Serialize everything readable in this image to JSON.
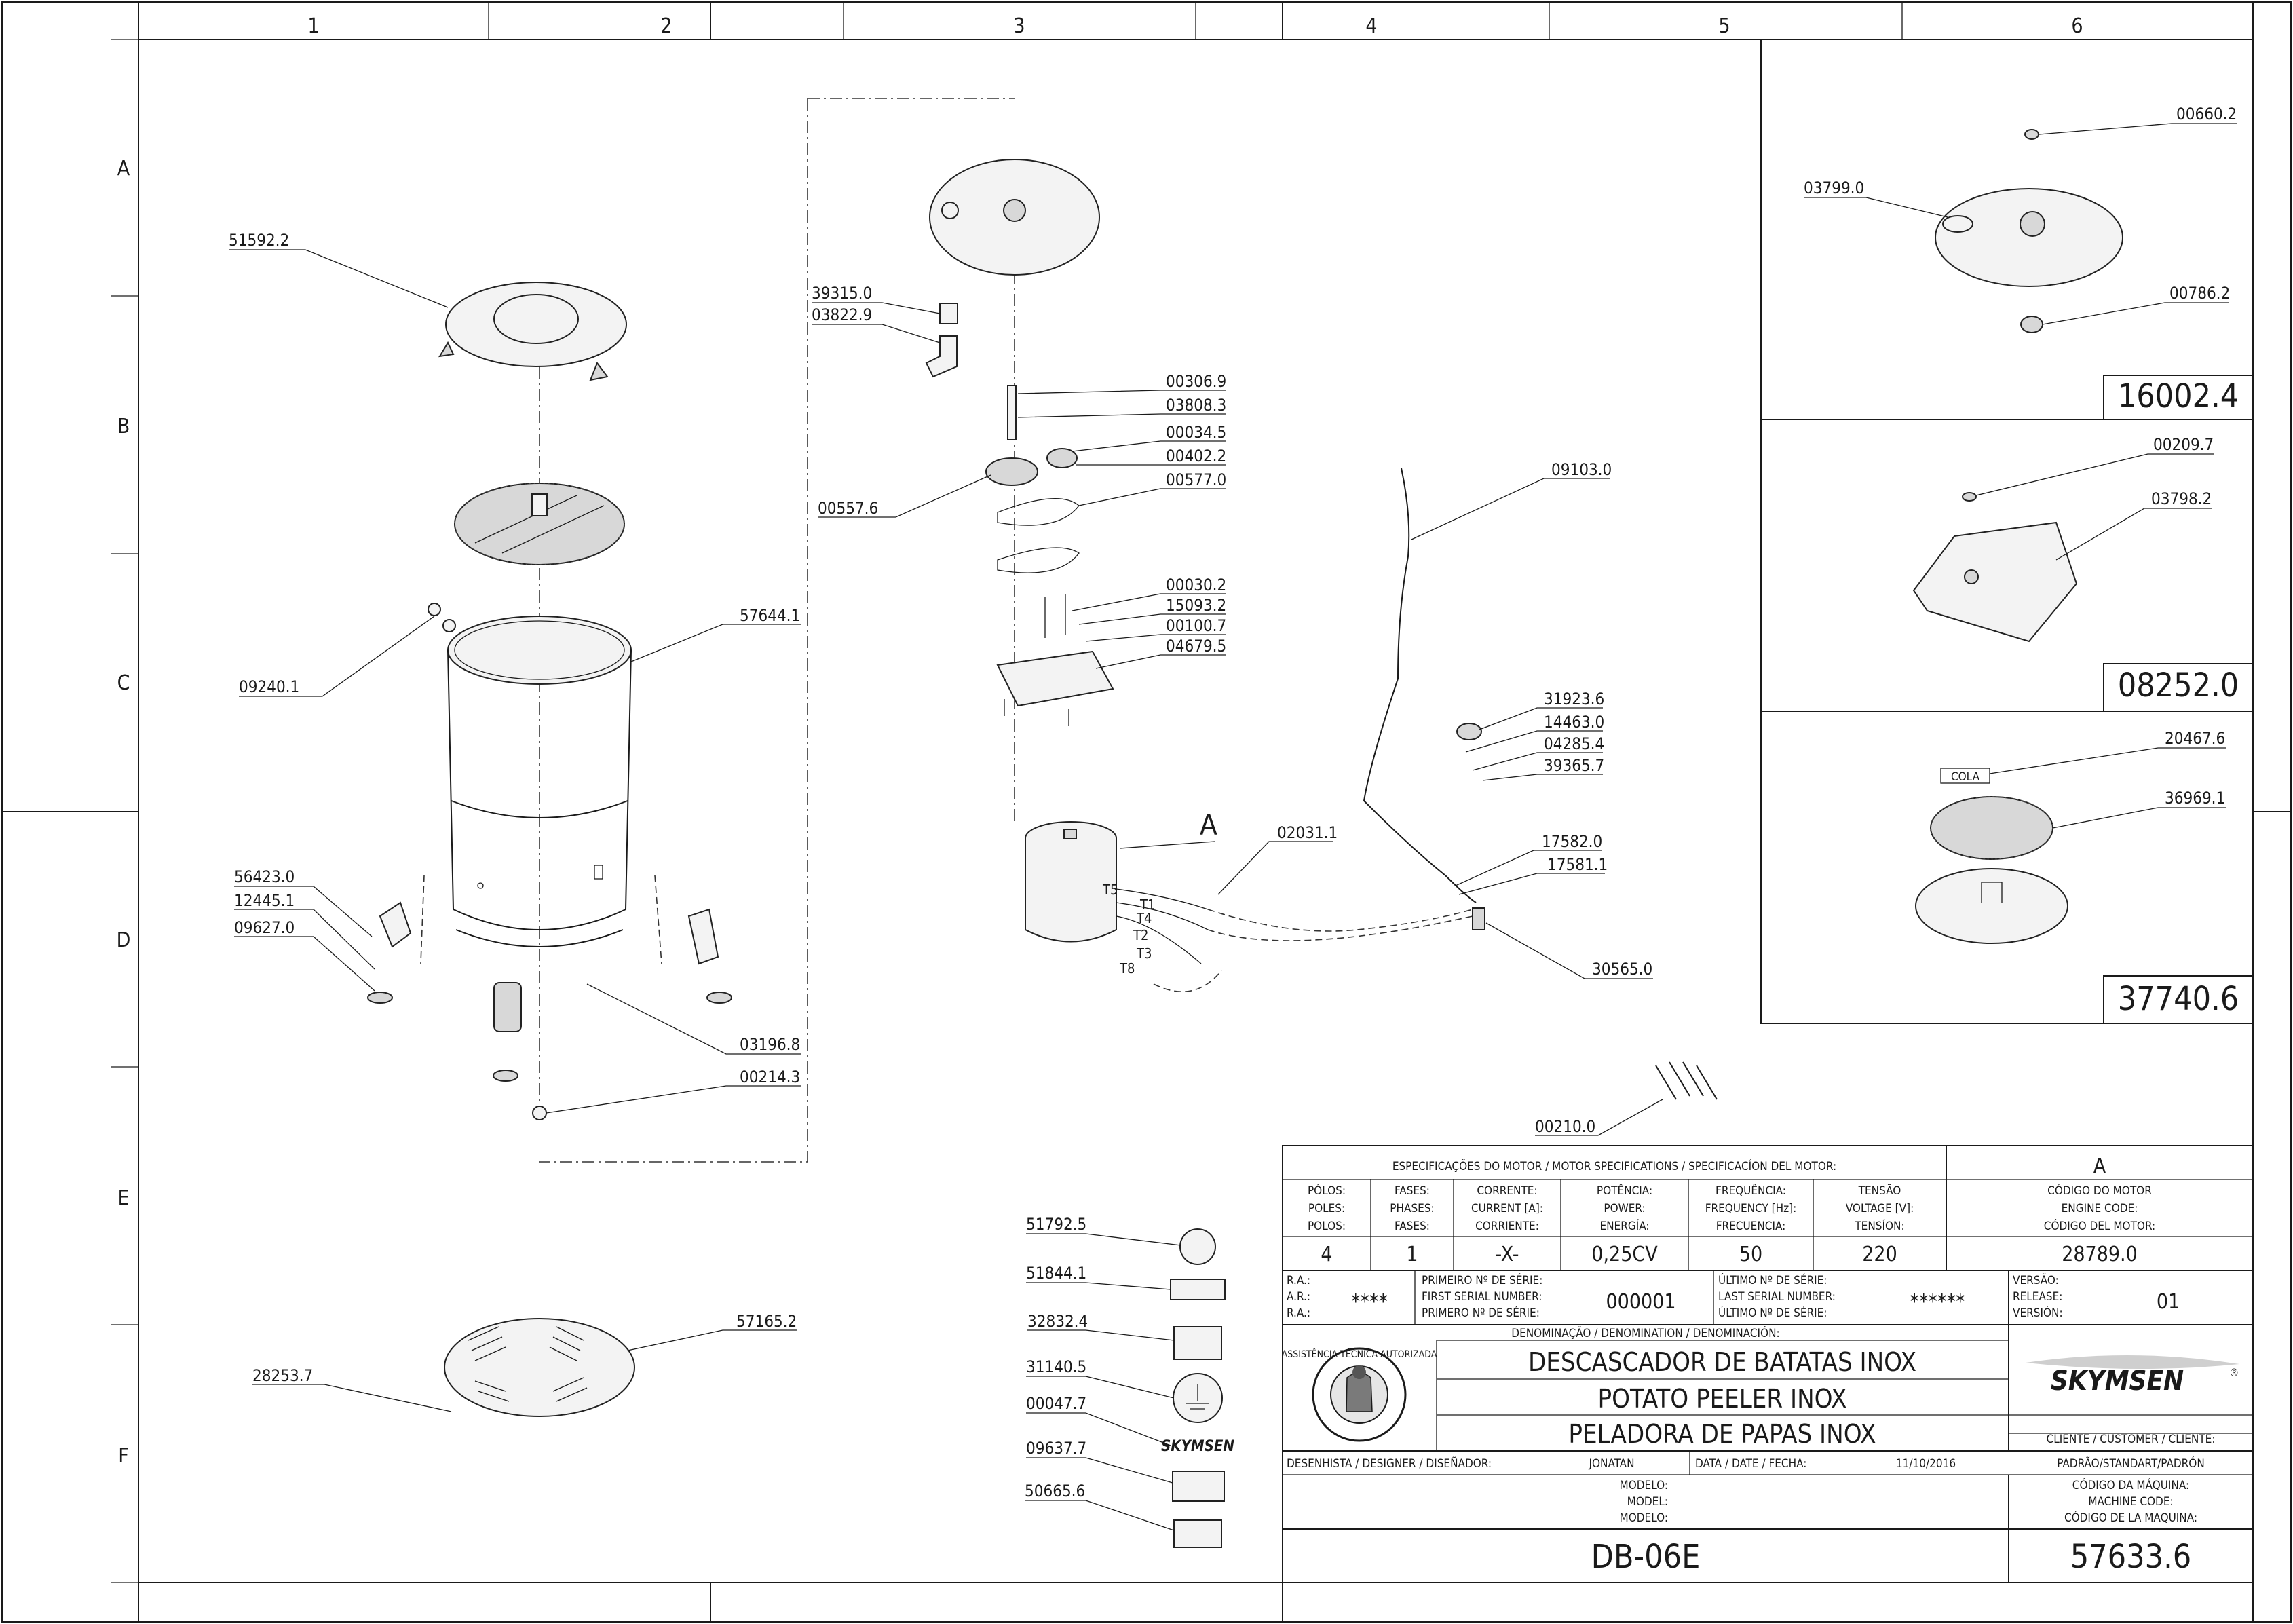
{
  "grid": {
    "columns": [
      "1",
      "2",
      "3",
      "4",
      "5",
      "6"
    ],
    "rows": [
      "A",
      "B",
      "C",
      "D",
      "E",
      "F"
    ]
  },
  "callouts": {
    "p51592_2": "51592.2",
    "p57644_1": "57644.1",
    "p09240_1": "09240.1",
    "p56423_0": "56423.0",
    "p12445_1": "12445.1",
    "p09627_0": "09627.0",
    "p03196_8": "03196.8",
    "p00214_3": "00214.3",
    "p57165_2": "57165.2",
    "p28253_7": "28253.7",
    "p39315_0": "39315.0",
    "p03822_9": "03822.9",
    "p00306_9": "00306.9",
    "p03808_3": "03808.3",
    "p00034_5": "00034.5",
    "p00402_2": "00402.2",
    "p00577_0": "00577.0",
    "p00557_6": "00557.6",
    "p00030_2": "00030.2",
    "p15093_2": "15093.2",
    "p00100_7": "00100.7",
    "p04679_5": "04679.5",
    "p02031_1": "02031.1",
    "p09103_0": "09103.0",
    "p31923_6": "31923.6",
    "p14463_0": "14463.0",
    "p04285_4": "04285.4",
    "p39365_7": "39365.7",
    "p17582_0": "17582.0",
    "p17581_1": "17581.1",
    "p30565_0": "30565.0",
    "p00210_0": "00210.0",
    "p51792_5": "51792.5",
    "p51844_1": "51844.1",
    "p32832_4": "32832.4",
    "p31140_5": "31140.5",
    "p00047_7": "00047.7",
    "p09637_7": "09637.7",
    "p50665_6": "50665.6",
    "p00660_2": "00660.2",
    "p03799_0": "03799.0",
    "p00786_2": "00786.2",
    "p00209_7": "00209.7",
    "p03798_2": "03798.2",
    "p20467_6": "20467.6",
    "p36969_1": "36969.1",
    "motor_view": "A",
    "wire_t5": "T5",
    "wire_t1": "T1",
    "wire_t4": "T4",
    "wire_t2": "T2",
    "wire_t3": "T3",
    "wire_t8": "T8",
    "cola": "COLA"
  },
  "kits": {
    "kit1": "16002.4",
    "kit2": "08252.0",
    "kit3": "37740.6"
  },
  "title_block": {
    "motor_spec_header": "ESPECIFICAÇÕES DO MOTOR / MOTOR SPECIFICATIONS / SPECIFICACÍON DEL MOTOR:",
    "revision": "A",
    "poles_labels": [
      "PÓLOS:",
      "POLES:",
      "POLOS:"
    ],
    "phases_labels": [
      "FASES:",
      "PHASES:",
      "FASES:"
    ],
    "current_labels": [
      "CORRENTE:",
      "CURRENT [A]:",
      "CORRIENTE:"
    ],
    "power_labels": [
      "POTÊNCIA:",
      "POWER:",
      "ENERGÍA:"
    ],
    "frequency_labels": [
      "FREQUÊNCIA:",
      "FREQUENCY [Hz]:",
      "FRECUENCIA:"
    ],
    "voltage_labels": [
      "TENSÃO",
      "VOLTAGE [V]:",
      "TENSÍON:"
    ],
    "engine_code_labels": [
      "CÓDIGO DO MOTOR",
      "ENGINE CODE:",
      "CÓDIGO DEL MOTOR:"
    ],
    "poles": "4",
    "phases": "1",
    "current": "-X-",
    "power": "0,25CV",
    "frequency": "50",
    "voltage": "220",
    "engine_code": "28789.0",
    "ra_labels": [
      "R.A.:",
      "A.R.:",
      "R.A.:"
    ],
    "ra_value": "****",
    "first_serial_labels": [
      "PRIMEIRO Nº DE SÉRIE:",
      "FIRST SERIAL NUMBER:",
      "PRIMERO Nº DE SÉRIE:"
    ],
    "first_serial": "000001",
    "last_serial_labels": [
      "ÚLTIMO Nº DE SÉRIE:",
      "LAST SERIAL NUMBER:",
      "ÚLTIMO Nº DE SÉRIE:"
    ],
    "last_serial": "******",
    "version_labels": [
      "VERSÃO:",
      "RELEASE:",
      "VERSIÓN:"
    ],
    "version": "01",
    "denomination_label": "DENOMINAÇÃO / DENOMINATION / DENOMINACIÓN:",
    "name_pt": "DESCASCADOR DE BATATAS INOX",
    "name_en": "POTATO PEELER INOX",
    "name_es": "PELADORA DE PAPAS INOX",
    "seal_text": "ASSISTÊNCIA TÉCNICA AUTORIZADA",
    "brand": "SKYMSEN",
    "brand_mark": "®",
    "client_label": "CLIENTE / CUSTOMER / CLIENTE:",
    "client": "PADRÃO/STANDART/PADRÓN",
    "designer_label": "DESENHISTA / DESIGNER / DISEÑADOR:",
    "designer": "JONATAN",
    "date_label": "DATA / DATE / FECHA:",
    "date": "11/10/2016",
    "model_labels": [
      "MODELO:",
      "MODEL:",
      "MODELO:"
    ],
    "machine_code_labels": [
      "CÓDIGO DA MÁQUINA:",
      "MACHINE CODE:",
      "CÓDIGO DE LA MAQUINA:"
    ],
    "model": "DB-06E",
    "machine_code": "57633.6"
  }
}
